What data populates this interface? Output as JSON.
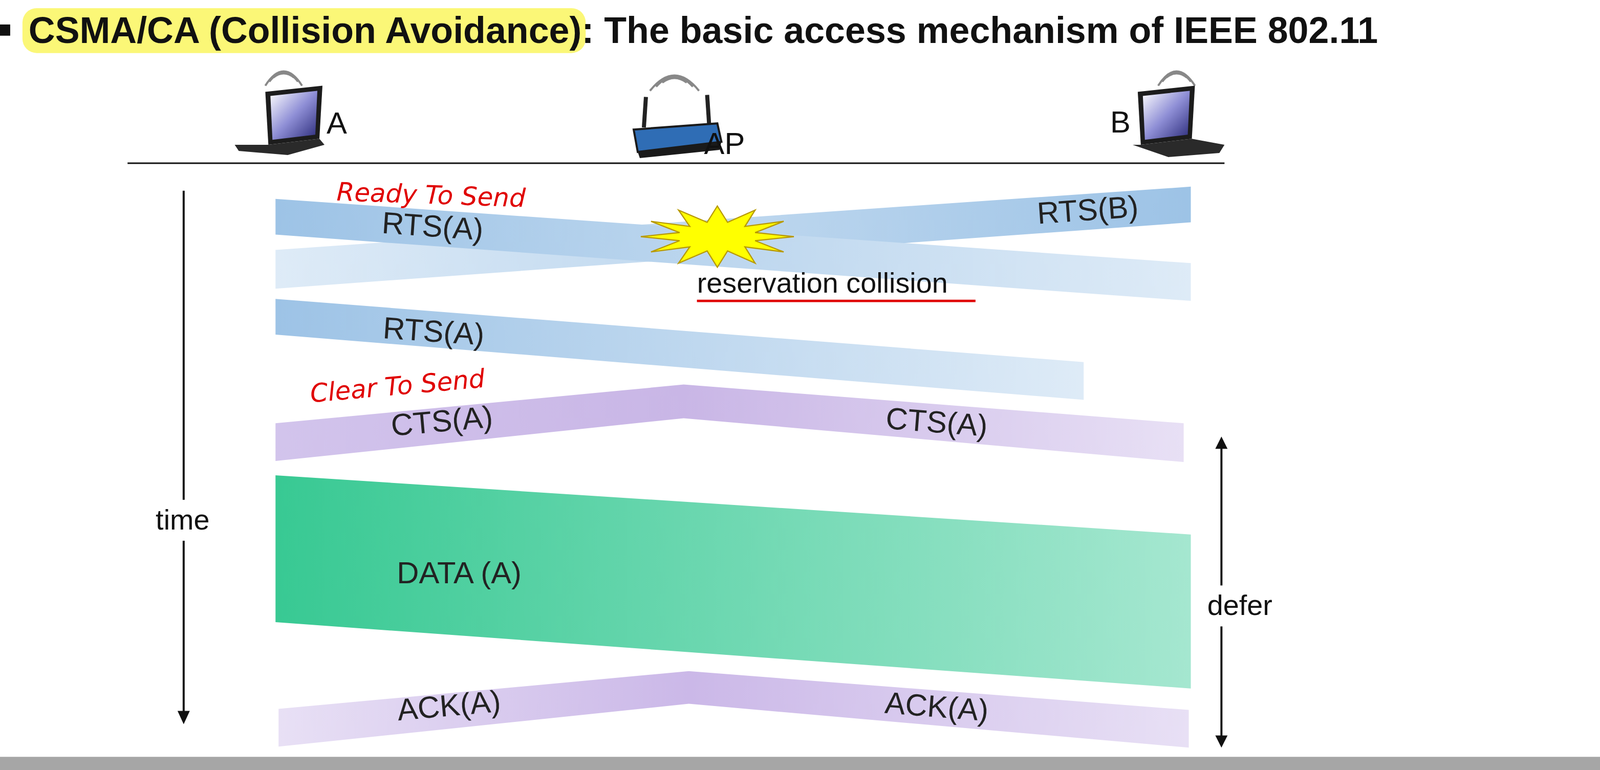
{
  "diagram": {
    "title": "CSMA/CA (Collision Avoidance): The basic access mechanism of IEEE 802.11",
    "nodes": [
      {
        "text": [
          "RTS(A)"
        ]
      },
      {
        "text": [
          "RTS(B)"
        ]
      },
      {
        "text": [
          "RTS(A)"
        ]
      },
      {
        "text": [
          "CTS(A)",
          "CTS(A)"
        ]
      },
      {
        "text": [
          "DATA (A)"
        ]
      },
      {
        "text": [
          "ACK(A)",
          "ACK(A)"
        ]
      }
    ],
    "labels": [
      "A",
      "AP",
      "B",
      "Ready To Send",
      "reservation collision",
      "Clear To Send",
      "time",
      "defer"
    ]
  }
}
